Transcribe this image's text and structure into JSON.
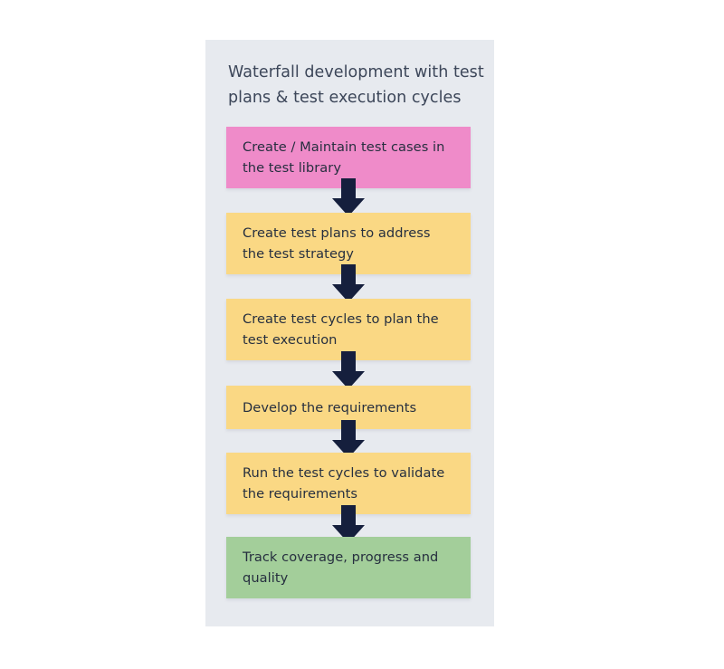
{
  "diagram": {
    "title": "Waterfall development with test\nplans & test execution cycles",
    "panel_color": "#e7eaef",
    "arrow_color": "#151f3d",
    "title_color": "#3c4659",
    "steps": [
      {
        "id": "step-1",
        "label": "Create / Maintain test cases in the test library",
        "color": "#ef8bc9",
        "color_name": "pink"
      },
      {
        "id": "step-2",
        "label": "Create test plans to address the test strategy",
        "color": "#fad884",
        "color_name": "yellow"
      },
      {
        "id": "step-3",
        "label": "Create test cycles to plan the test execution",
        "color": "#fad884",
        "color_name": "yellow"
      },
      {
        "id": "step-4",
        "label": "Develop the requirements",
        "color": "#fad884",
        "color_name": "yellow"
      },
      {
        "id": "step-5",
        "label": "Run the test cycles to validate the requirements",
        "color": "#fad884",
        "color_name": "yellow"
      },
      {
        "id": "step-6",
        "label": "Track coverage, progress and quality",
        "color": "#a3ce9a",
        "color_name": "green"
      }
    ],
    "connectors": [
      {
        "id": "connector-1",
        "icon": "arrow-down-icon"
      },
      {
        "id": "connector-2",
        "icon": "arrow-down-icon"
      },
      {
        "id": "connector-3",
        "icon": "arrow-down-icon"
      },
      {
        "id": "connector-4",
        "icon": "arrow-down-icon"
      },
      {
        "id": "connector-5",
        "icon": "arrow-down-icon"
      }
    ]
  }
}
